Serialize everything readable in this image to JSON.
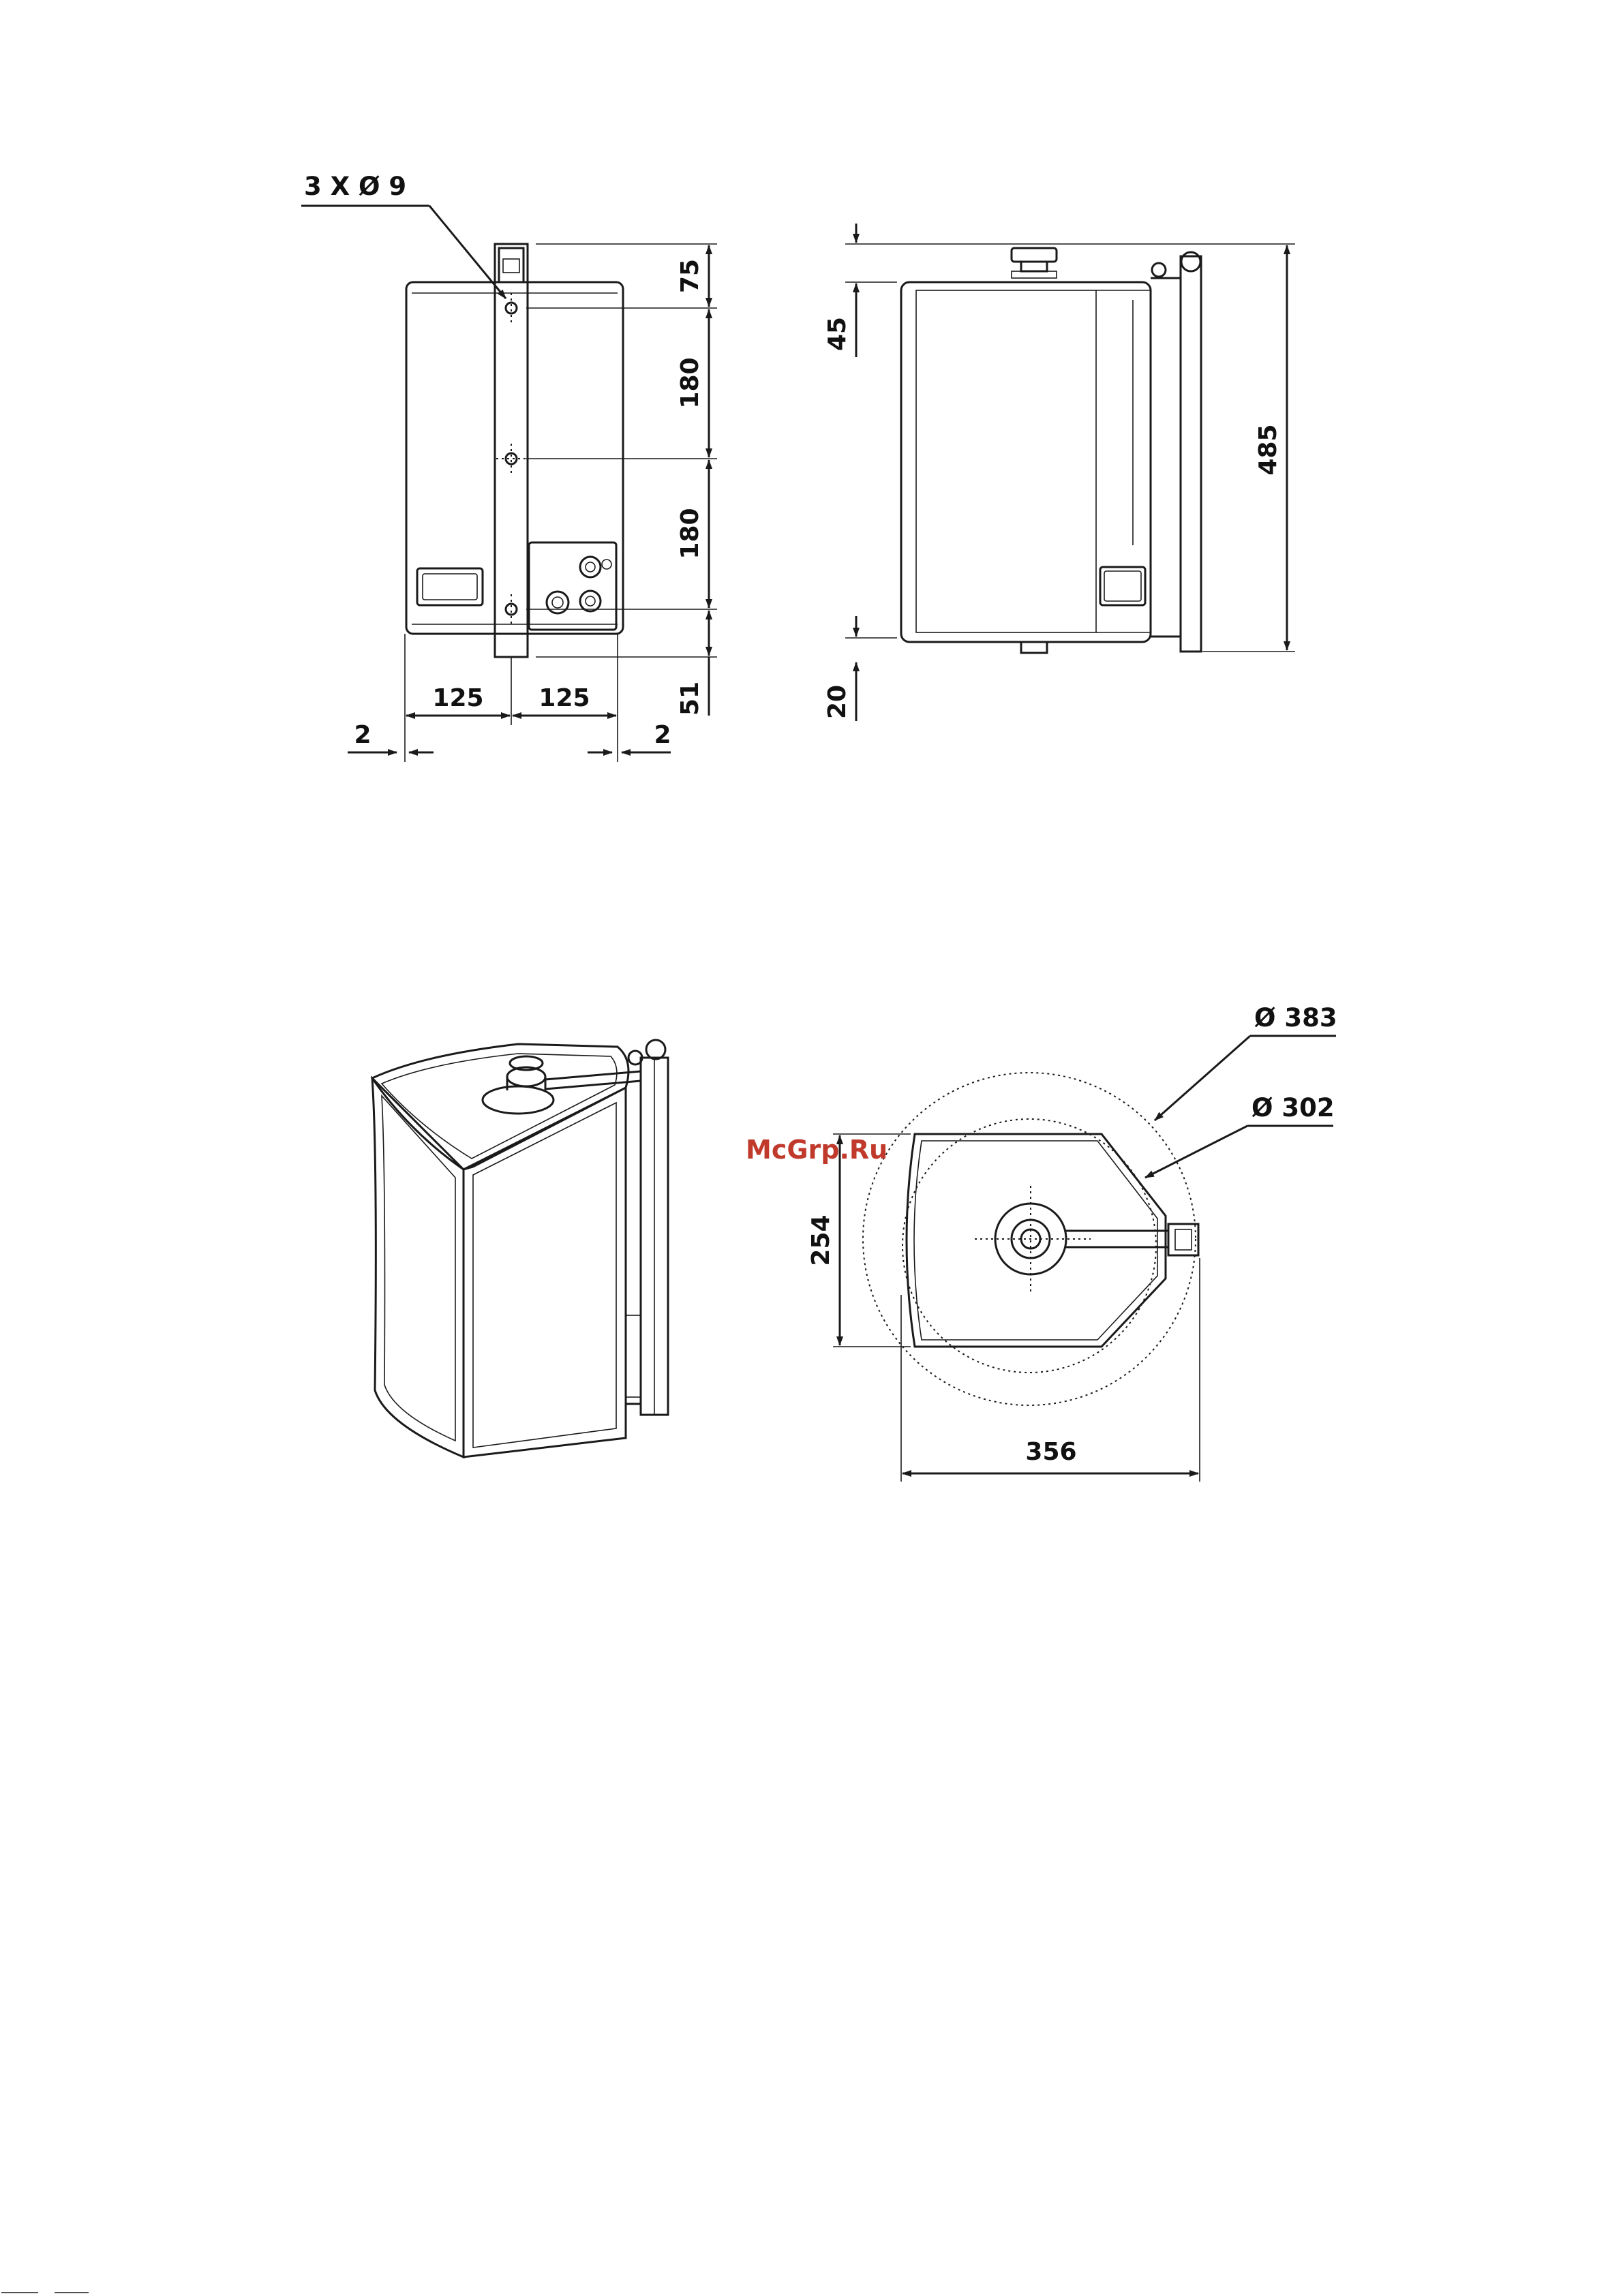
{
  "watermark": {
    "text": "McGrp.Ru",
    "color": "#c0392b"
  },
  "front_view": {
    "hole_callout": "3 X Ø 9",
    "dim_top": "75",
    "dim_upper_spacing": "180",
    "dim_lower_spacing": "180",
    "dim_bottom": "51",
    "dim_left_half": "125",
    "dim_right_half": "125",
    "dim_left_offset": "2",
    "dim_right_offset": "2"
  },
  "side_view": {
    "dim_top": "45",
    "dim_bottom": "20",
    "dim_height": "485"
  },
  "top_view": {
    "dim_outer_diameter": "Ø 383",
    "dim_inner_diameter": "Ø 302",
    "dim_depth": "254",
    "dim_width": "356"
  }
}
